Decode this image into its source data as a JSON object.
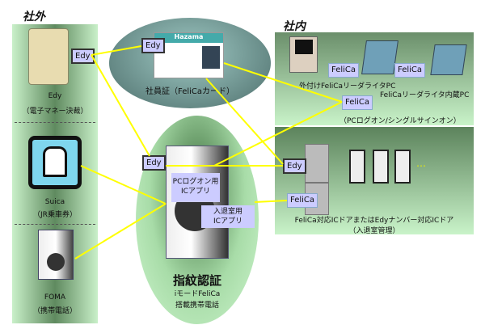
{
  "outside": {
    "title": "社外",
    "edy_badge": "Edy",
    "edy_name": "Edy",
    "edy_desc": "（電子マネー決裁）",
    "suica_name": "Suica",
    "suica_desc": "（JR乗車券）",
    "foma_name": "FOMA",
    "foma_desc": "（携帯電話）"
  },
  "card": {
    "edy_badge": "Edy",
    "brand": "Hazama",
    "caption": "社員証（FeliCaカード）"
  },
  "phone": {
    "edy_badge": "Edy",
    "app1": "PCログオン用\nICアプリ",
    "app2": "入退室用\nICアプリ",
    "title": "指紋認証",
    "sub1": "iモードFeliCa",
    "sub2": "搭載携帯電話"
  },
  "inside": {
    "title": "社内",
    "felica1": "FeliCa",
    "felica2": "FeliCa",
    "felica3": "FeliCa",
    "pc1": "外付けFeliCaリーダライタPC",
    "pc2": "FeliCaリーダライタ内蔵PC",
    "pc_desc": "（PCログオン/シングルサインオン）",
    "door_edy": "Edy",
    "door_felica": "FeliCa",
    "ellipsis": "…",
    "door_caption": "FeliCa対応ICドアまたはEdyナンバー対応ICドア",
    "door_desc": "（入退室管理）"
  },
  "colors": {
    "link": "#ffff00",
    "badge": "#ccccff"
  }
}
